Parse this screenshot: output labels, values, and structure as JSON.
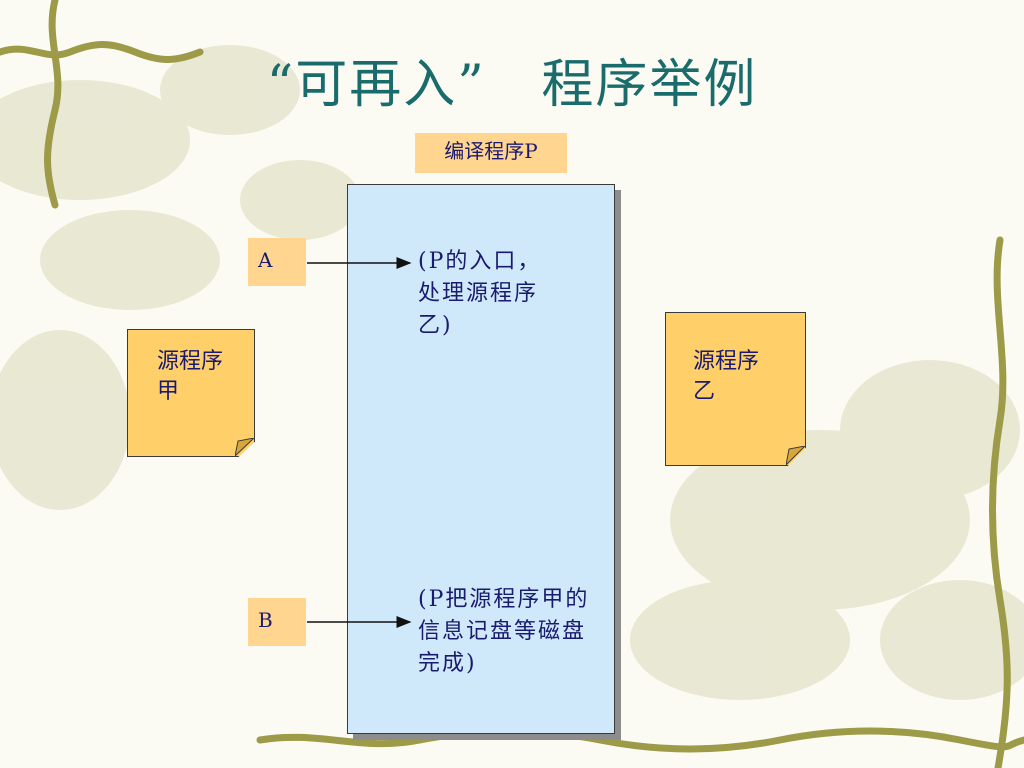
{
  "slide": {
    "title": "“可再入”   程序举例",
    "compiler_label": "编译程序P",
    "source_a": "源程序甲",
    "source_b": "源程序乙",
    "pointer_a": "A",
    "pointer_b": "B",
    "note_a": "(P的入口，处理源程序乙)",
    "note_b": "(P把源程序甲的信息记盘等磁盘完成)"
  }
}
